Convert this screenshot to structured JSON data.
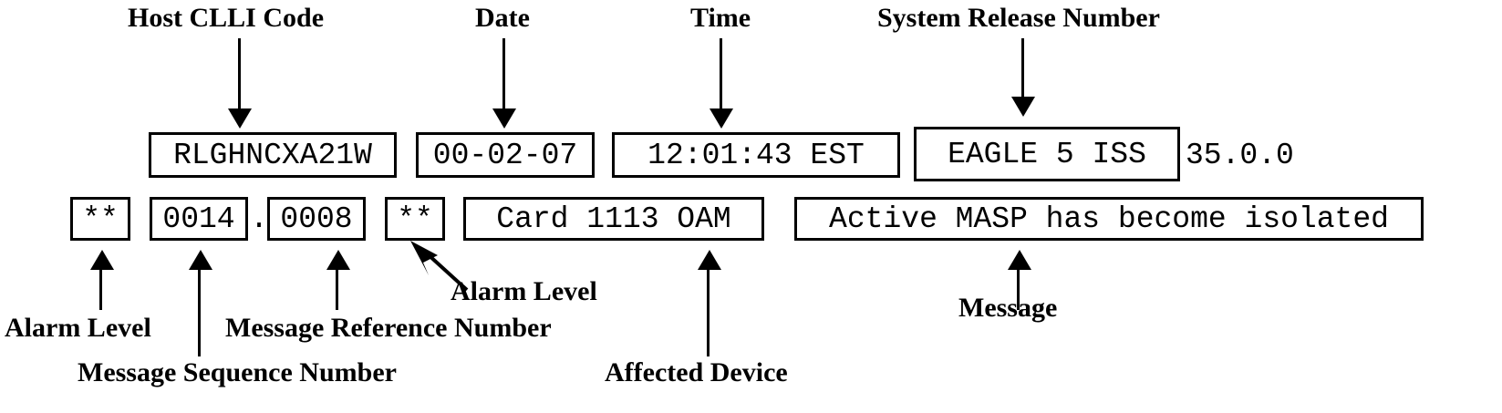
{
  "title": "EAGLE output message format annotated diagram",
  "labels": {
    "host_clli_code": "Host CLLI Code",
    "date": "Date",
    "time": "Time",
    "system_release_number": "System Release Number",
    "alarm_level_1": "Alarm Level",
    "alarm_level_2": "Alarm Level",
    "message_sequence_number": "Message Sequence Number",
    "message_reference_number": "Message Reference Number",
    "affected_device": "Affected Device",
    "message": "Message"
  },
  "output_message": {
    "row1": {
      "host_clli_code": "RLGHNCXA21W",
      "date": "00-02-07",
      "time": "12:01:43 EST",
      "system_release_name": "EAGLE 5 ISS",
      "system_release_version": "35.0.0"
    },
    "row2": {
      "alarm_level_left": "**",
      "message_sequence_number": "0014",
      "separator": ".",
      "message_reference_number": "0008",
      "alarm_level_right": "**",
      "affected_device": "Card 1113 OAM",
      "message_text": "Active MASP has become isolated"
    }
  },
  "colors": {
    "ink": "#000000",
    "paper": "#ffffff"
  }
}
